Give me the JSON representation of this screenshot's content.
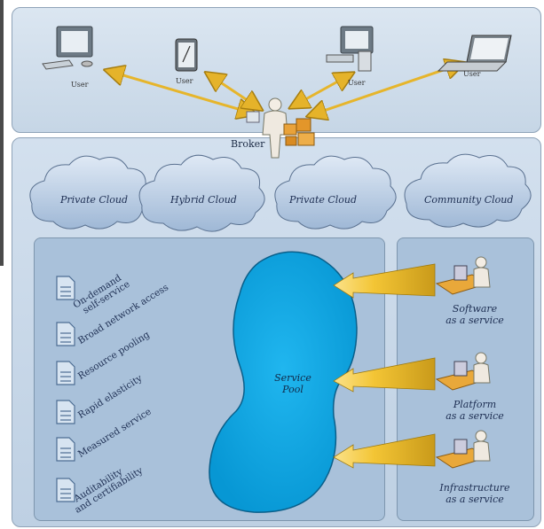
{
  "top": {
    "users": [
      {
        "label": "User",
        "device": "desktop-computer"
      },
      {
        "label": "User",
        "device": "tablet"
      },
      {
        "label": "User",
        "device": "desktop-computer"
      },
      {
        "label": "User",
        "device": "laptop"
      }
    ],
    "broker_label": "Broker"
  },
  "clouds": [
    {
      "label": "Private Cloud"
    },
    {
      "label": "Hybrid Cloud"
    },
    {
      "label": "Private Cloud"
    },
    {
      "label": "Community Cloud"
    }
  ],
  "characteristics": [
    {
      "line1": "On-demand",
      "line2": "self-service"
    },
    {
      "line1": "Broad network access",
      "line2": ""
    },
    {
      "line1": "Resource pooling",
      "line2": ""
    },
    {
      "line1": "Rapid elasticity",
      "line2": ""
    },
    {
      "line1": "Measured service",
      "line2": ""
    },
    {
      "line1": "Auditability",
      "line2": "and certifiability"
    }
  ],
  "service_pool": {
    "line1": "Service",
    "line2": "Pool"
  },
  "services": [
    {
      "line1": "Software",
      "line2": "as a service"
    },
    {
      "line1": "Platform",
      "line2": "as a service"
    },
    {
      "line1": "Infrastructure",
      "line2": "as a service"
    }
  ],
  "colors": {
    "pool_fill": "#0aa8e6",
    "arrow_fill": "#f2c230",
    "cloud_fill": "#bcd0e8"
  }
}
